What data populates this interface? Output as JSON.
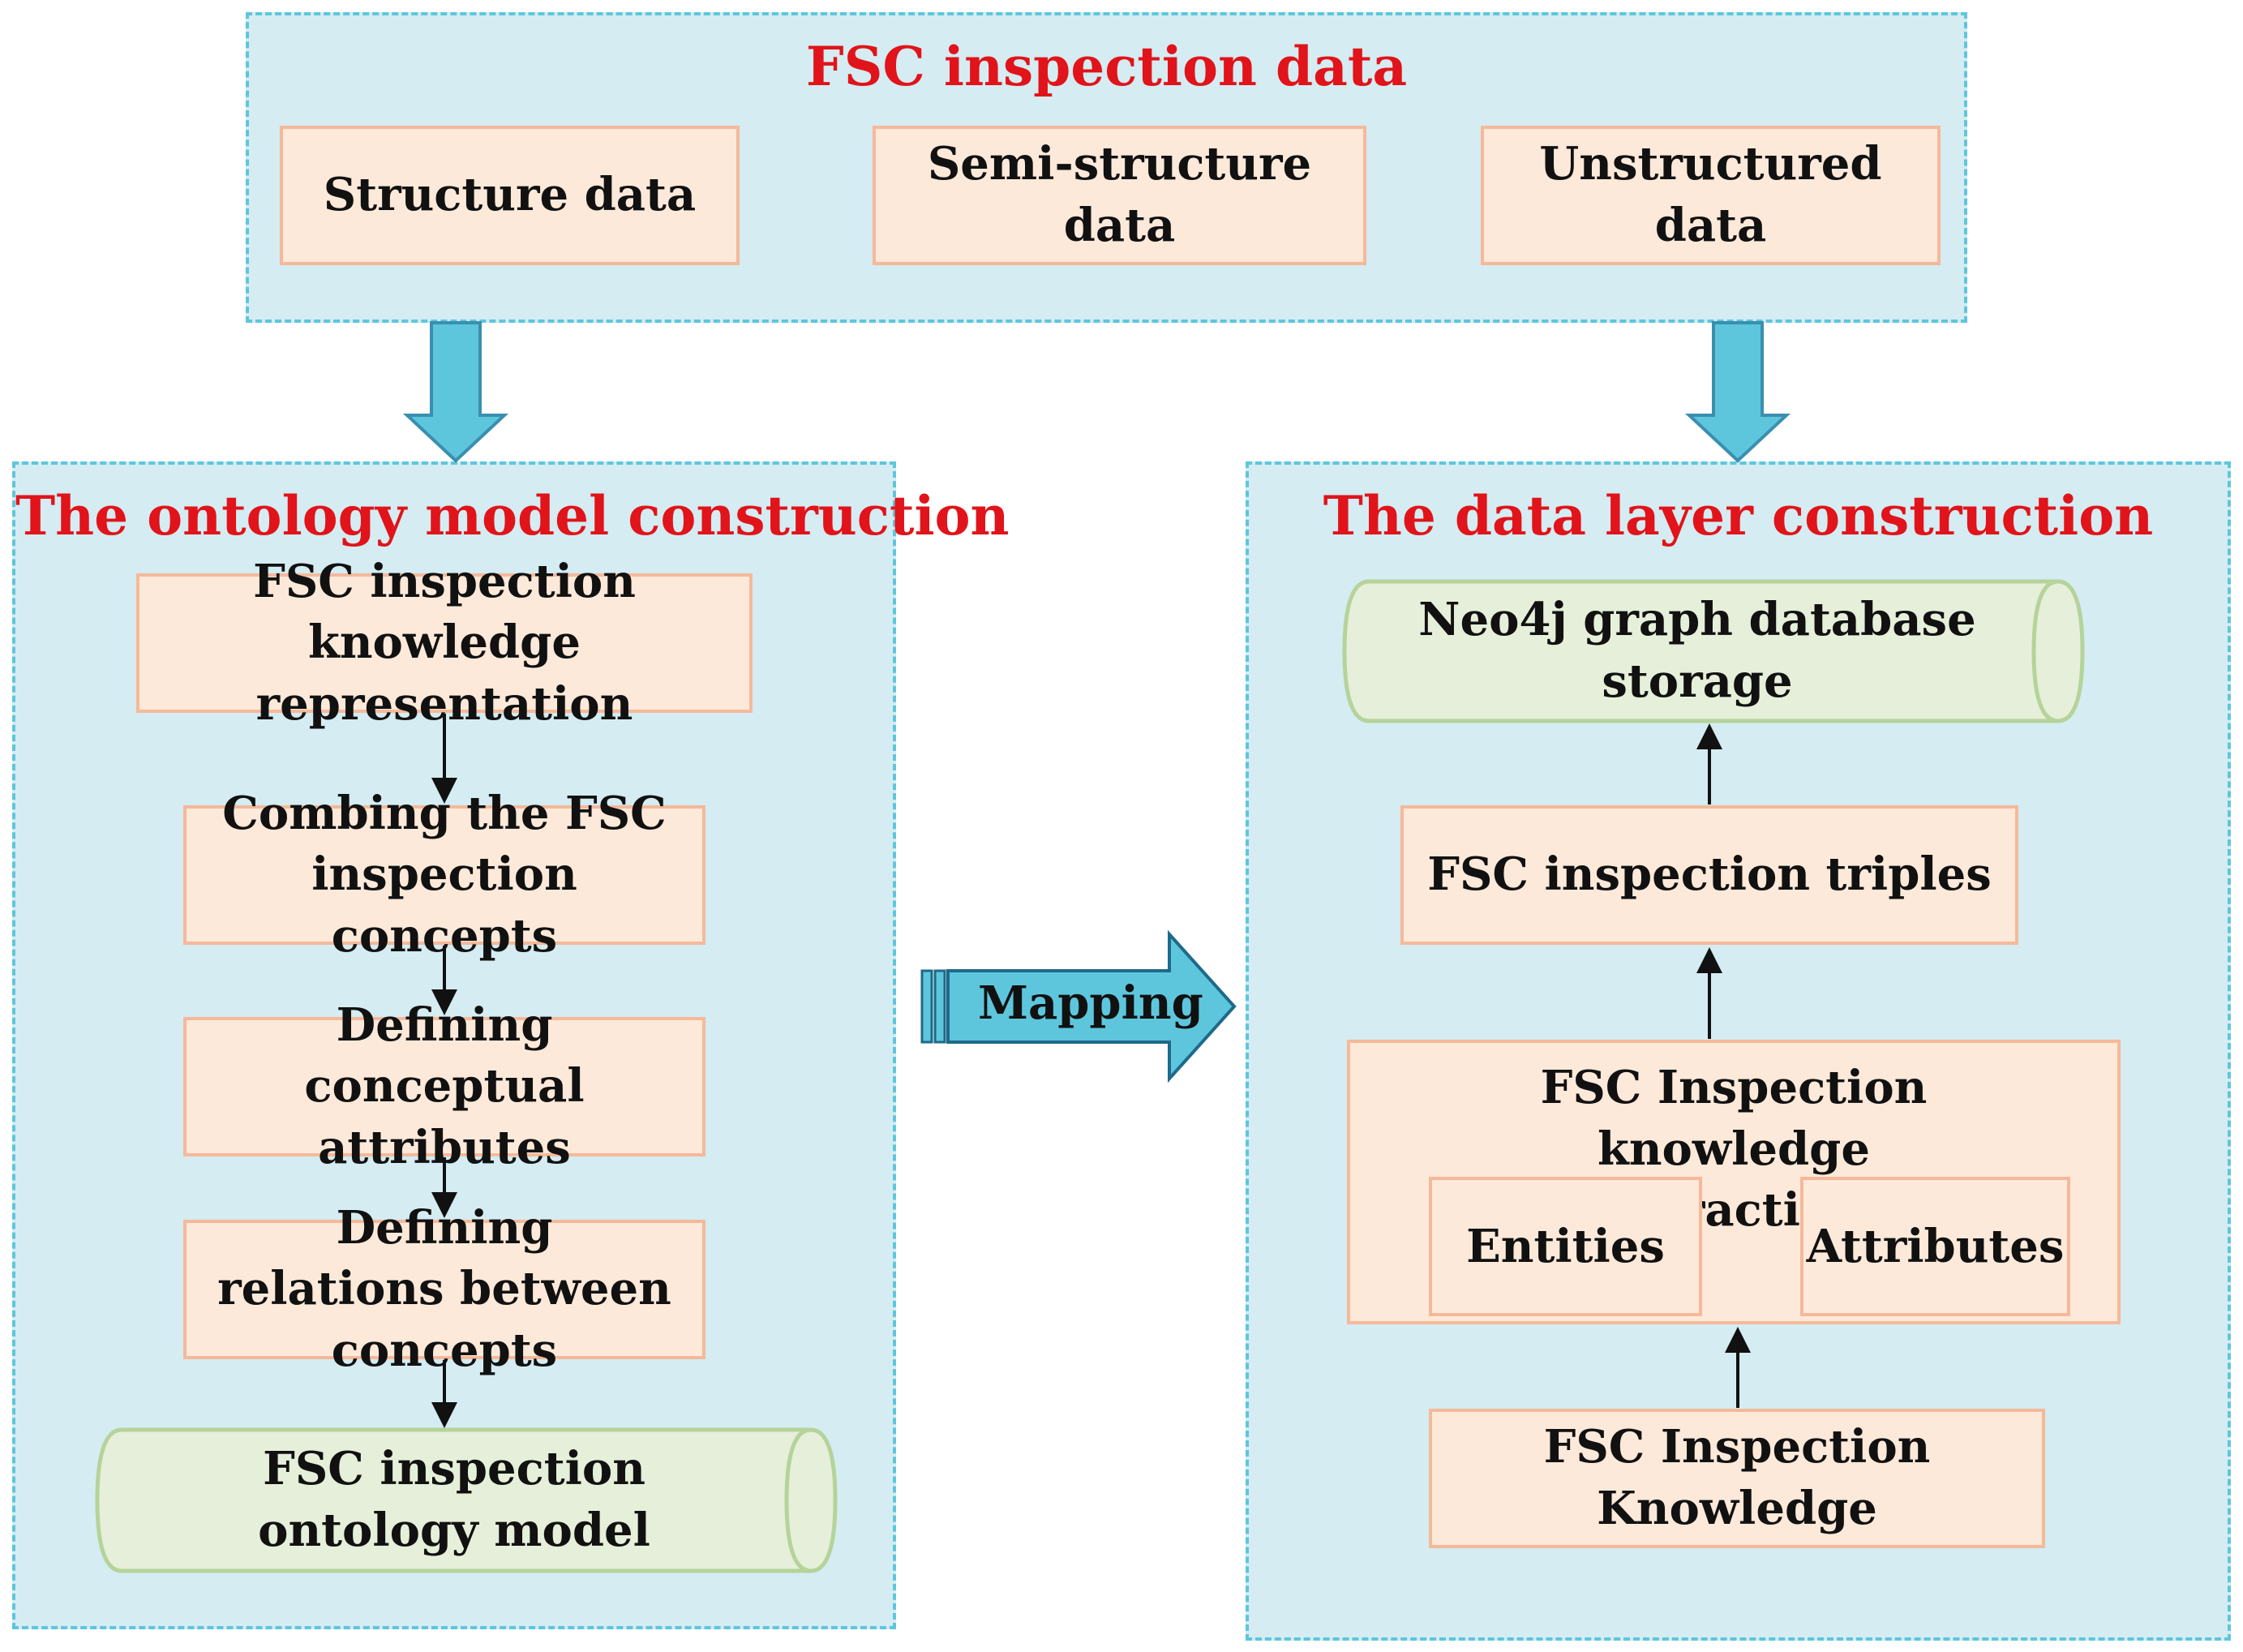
{
  "top_panel": {
    "title": "FSC inspection data",
    "items": [
      "Structure data",
      "Semi-structure data",
      "Unstructured data"
    ]
  },
  "ontology_panel": {
    "title": "The ontology model construction",
    "step1": "FSC inspection knowledge representation",
    "step2": "Combing the FSC inspection concepts",
    "step3": "Defining conceptual attributes",
    "step4": "Defining relations between concepts",
    "model": "FSC inspection ontology model"
  },
  "mapping_label": "Mapping",
  "data_layer_panel": {
    "title": "The data layer construction",
    "storage": "Neo4j graph database storage",
    "triples": "FSC inspection triples",
    "extraction_title": "FSC Inspection knowledge extraction",
    "entities": "Entities",
    "attributes": "Attributes",
    "knowledge": "FSC Inspection Knowledge"
  },
  "colors": {
    "panel_fill": "#d4ecf2",
    "panel_border": "#5ec6dc",
    "title_red": "#e0141a",
    "box_fill": "#fde9d9",
    "box_border": "#f5b99a",
    "cylinder_fill": "#e6efd9",
    "cylinder_border": "#b5d39a",
    "arrow_fill": "#5ec6dc"
  }
}
